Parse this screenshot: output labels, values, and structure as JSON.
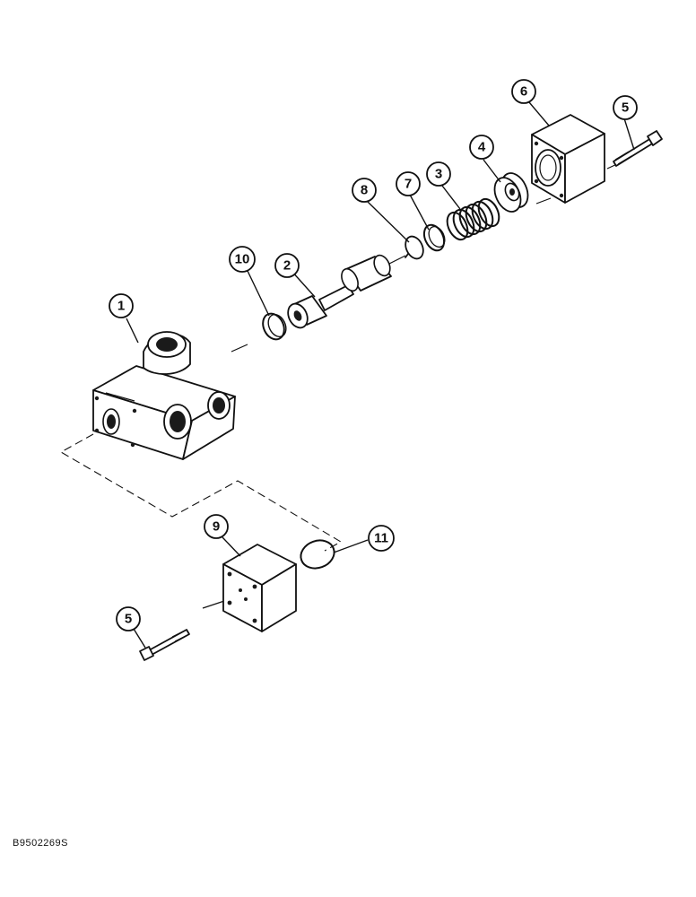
{
  "diagram": {
    "callouts": [
      "1",
      "2",
      "3",
      "4",
      "5",
      "5",
      "6",
      "7",
      "8",
      "9",
      "10",
      "11"
    ],
    "reference_code": "B9502269S"
  }
}
